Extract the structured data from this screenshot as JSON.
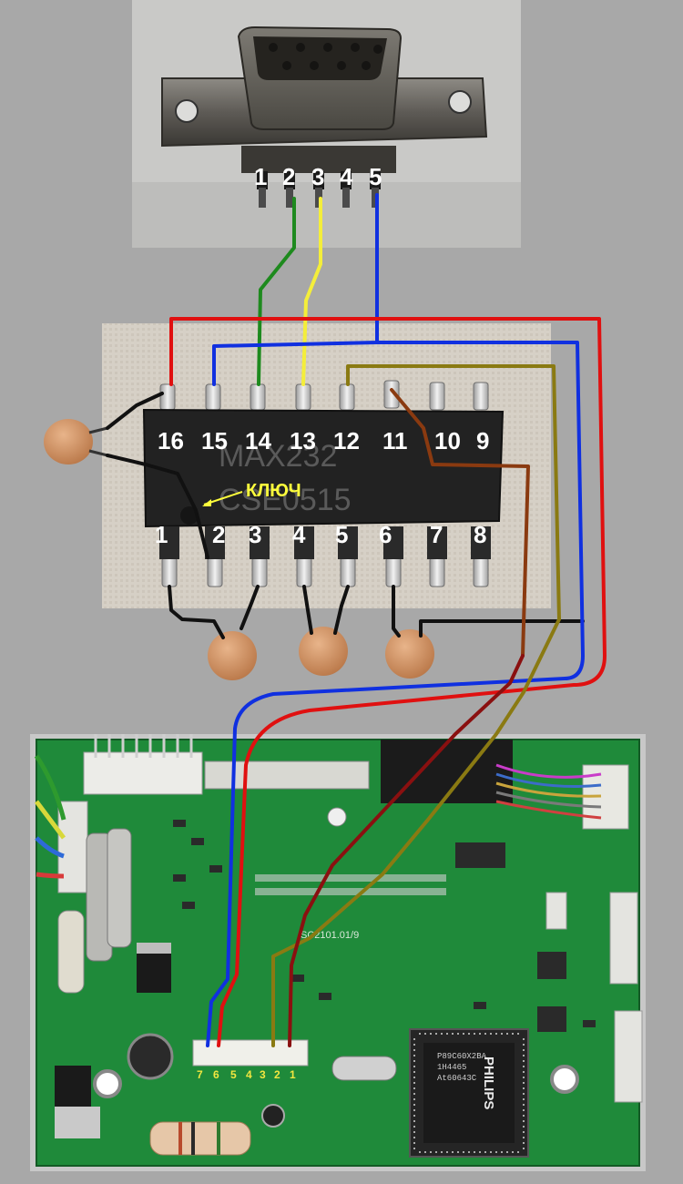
{
  "connector": {
    "pins": [
      "1",
      "2",
      "3",
      "4",
      "5"
    ]
  },
  "chip": {
    "marking_line1": "MAX232",
    "marking_line2": "CSE0515",
    "key_label": "КЛЮЧ",
    "top_pins": [
      "16",
      "15",
      "14",
      "13",
      "12",
      "11",
      "10",
      "9"
    ],
    "bottom_pins": [
      "1",
      "2",
      "3",
      "4",
      "5",
      "6",
      "7",
      "8"
    ]
  },
  "board": {
    "header_pins": [
      "7",
      "6",
      "5",
      "4",
      "3",
      "2",
      "1"
    ],
    "board_label": "SC2101.01/9",
    "mcu_brand": "PHILIPS",
    "mcu_line1": "P89C60X2BA",
    "mcu_line2": "1H4465",
    "mcu_line3": "At60643C"
  },
  "colors": {
    "background": "#a8a8a8",
    "wire_red": "#e01010",
    "wire_blue": "#1030e0",
    "wire_green": "#1e8a1e",
    "wire_yellow": "#f4ee3a",
    "wire_olive": "#8a7a12",
    "wire_brown": "#8a3a10",
    "wire_darkred": "#8a1010",
    "wire_black": "#111111",
    "pcb_green": "#1f8a3a",
    "capacitor": "#d49a6a"
  }
}
